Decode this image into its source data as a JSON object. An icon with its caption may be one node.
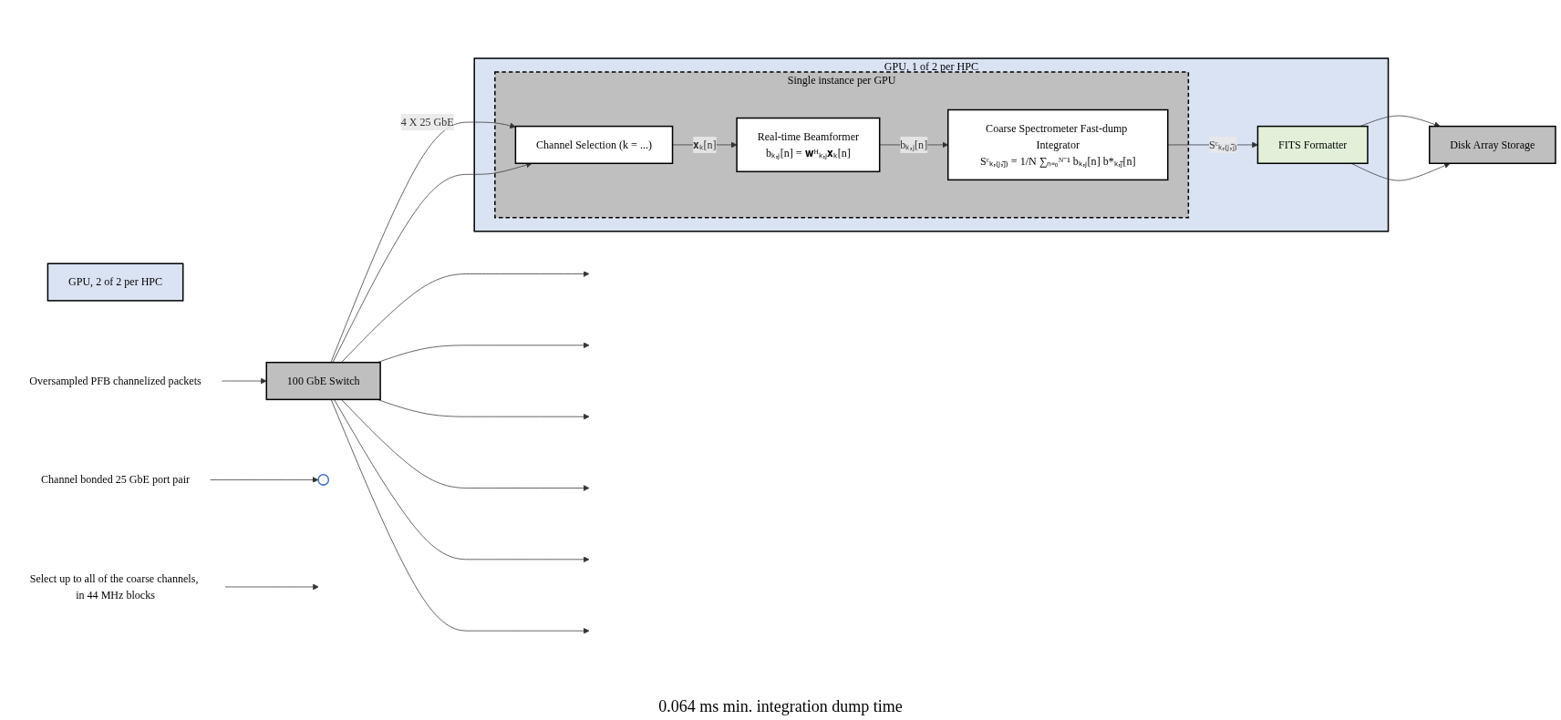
{
  "diagram": {
    "nodes": [
      {
        "text": [
          "GPU, 2 of 2 per HPC"
        ]
      },
      {
        "text": [
          "GPU, 1 of 2 per HPC"
        ]
      },
      {
        "text": [
          "Single instance per GPU"
        ],
        "in": 1
      },
      {
        "text": [
          "Channel Selection (k = ...)"
        ],
        "in": 2
      },
      {
        "text": [
          "Real-time Beamformer",
          "bₖ,ⱼ[n] = 𝐰ᴴₖ,ⱼ𝐱ₖ[n]"
        ],
        "in": 2
      },
      {
        "text": [
          "Coarse Spectrometer Fast-dump Integrator",
          "Sᶜₖ,₍ⱼ,ⱼ̄₎ = 1/N ∑ₙ₌₀ᴺ⁻¹ bₖ,ⱼ[n] b*ₖ,ⱼ̄[n]"
        ],
        "in": 2
      },
      {
        "text": [
          "FITS Formatter"
        ],
        "in": 1
      },
      {
        "text": [
          "Disk Array Storage"
        ]
      },
      {
        "text": [
          "100 GbE Switch"
        ]
      },
      {
        "text": [],
        "shape": "circle"
      },
      {
        "text": [
          "Oversampled PFB channelized packets"
        ]
      },
      {
        "text": [
          "Channel bonded 25 GbE port pair"
        ]
      },
      {
        "text": [
          "Select up to all of the coarse channels, in 44 MHz blocks"
        ]
      }
    ],
    "edges": [
      {
        "from": 8,
        "to": null,
        "arrow": "to"
      },
      {
        "from": 8,
        "to": null,
        "arrow": "to"
      },
      {
        "from": 8,
        "to": null,
        "arrow": "to"
      },
      {
        "from": 8,
        "to": null,
        "arrow": "to"
      },
      {
        "from": 8,
        "to": null,
        "arrow": "to"
      },
      {
        "from": 8,
        "to": null,
        "arrow": "to"
      },
      {
        "from": 8,
        "to": 3,
        "arrow": "to",
        "label": "4 X 25 GbE"
      },
      {
        "from": 8,
        "to": 3,
        "arrow": "to"
      },
      {
        "from": 3,
        "to": 4,
        "arrow": "to",
        "label": "𝐱ₖ[n]"
      },
      {
        "from": 4,
        "to": 5,
        "arrow": "to",
        "label": "bₖ,ⱼ[n]"
      },
      {
        "from": 5,
        "to": 6,
        "arrow": "to",
        "label": "Sᶜₖ,₍ⱼ,ⱼ̄₎"
      },
      {
        "from": 6,
        "to": 7,
        "arrow": "to"
      },
      {
        "from": 6,
        "to": 7,
        "arrow": "to"
      },
      {
        "from": 10,
        "to": 8,
        "arrow": "to"
      },
      {
        "from": 11,
        "to": 9,
        "arrow": "to"
      },
      {
        "from": 12,
        "to": null,
        "arrow": "to"
      }
    ],
    "labels": [
      "0.064 ms min. integration dump time"
    ]
  }
}
